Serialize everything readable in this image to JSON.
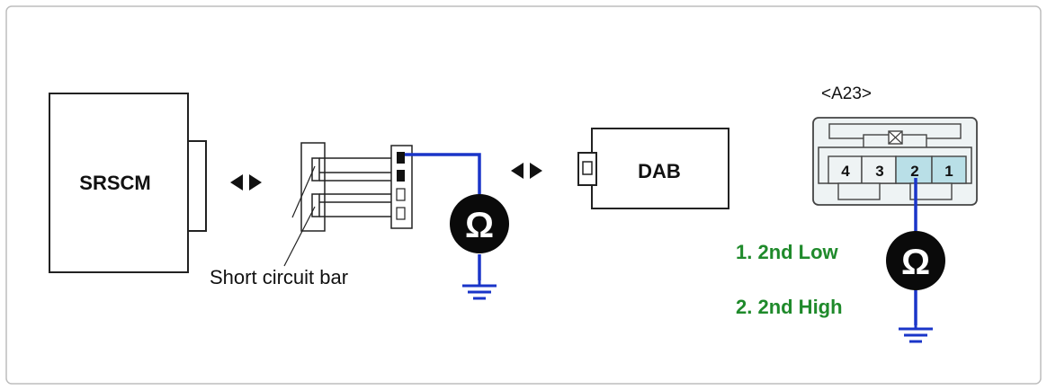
{
  "components": {
    "srscm": "SRSCM",
    "dab": "DAB",
    "short_bar": "Short circuit bar"
  },
  "connector": {
    "name": "<A23>",
    "pins": [
      "4",
      "3",
      "2",
      "1"
    ],
    "highlighted_pins": [
      "2",
      "1"
    ]
  },
  "meter_symbol": "Ω",
  "steps": {
    "step1": "1. 2nd Low",
    "step2": "2. 2nd High"
  },
  "colors": {
    "wire": "#1a35c8",
    "step_text": "#1f8a2b",
    "pin_highlight": "#b9dfe7",
    "connector_fill": "#eef3f4",
    "outline": "#222222"
  },
  "icons": [
    "arrow-left-right-icon",
    "ohmmeter-icon",
    "ground-icon"
  ]
}
